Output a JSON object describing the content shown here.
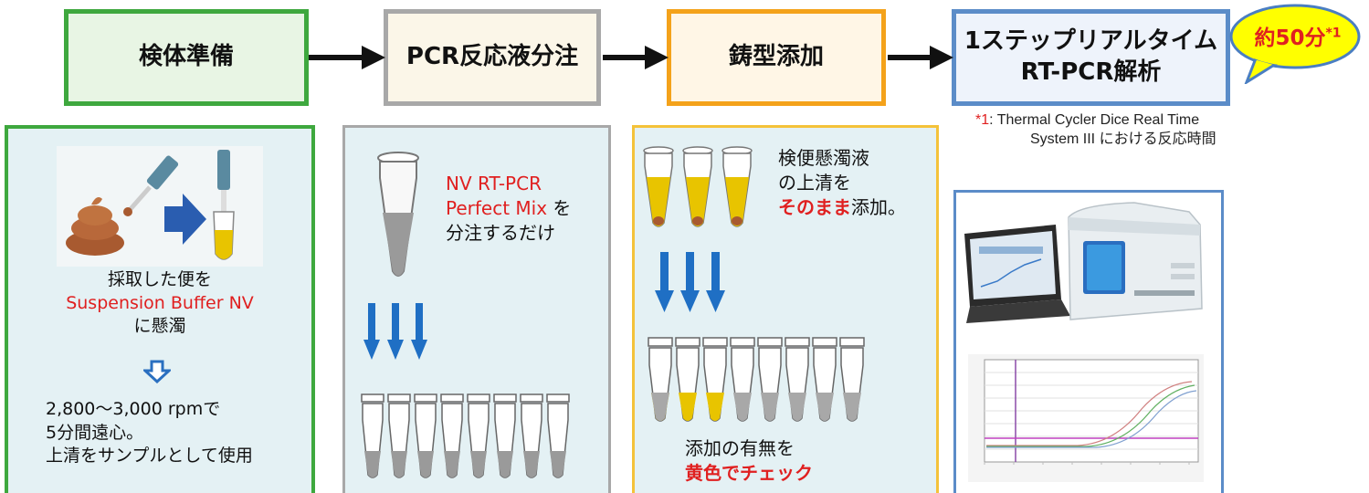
{
  "steps": [
    {
      "label": "検体準備",
      "border": "#3ea83e",
      "fill": "#e8f5e4"
    },
    {
      "label": "PCR反応液分注",
      "border": "#a8a8a8",
      "fill": "#fbf6e8"
    },
    {
      "label": "鋳型添加",
      "border": "#f4a21a",
      "fill": "#fff6e6"
    },
    {
      "label_line1": "1ステップリアルタイム",
      "label_line2": "RT-PCR解析",
      "border": "#5b8cc8",
      "fill": "#eef3fb"
    }
  ],
  "badge": {
    "text": "約50分",
    "sup": "*1",
    "fill": "#ffff00",
    "text_color": "#e02020"
  },
  "footnote": {
    "mark": "*1",
    "line1": ": Thermal Cycler Dice Real Time",
    "line2": "System III における反応時間"
  },
  "panel1": {
    "caption_line1": "採取した便を",
    "caption_line2_red": "Suspension Buffer NV",
    "caption_line3": "に懸濁",
    "steps_line1": "2,800～3,000 rpmで",
    "steps_line2": "5分間遠心。",
    "steps_line3": "上清をサンプルとして使用"
  },
  "panel2": {
    "reagent_line1_red": "NV RT-PCR",
    "reagent_line2_red": "Perfect Mix",
    "reagent_line2_suffix": " を",
    "reagent_line3": "分注するだけ"
  },
  "panel3": {
    "line1": "検便懸濁液",
    "line2": "の上清を",
    "line3_red": "そのまま",
    "line3_suffix": "添加。",
    "check_line1": "添加の有無を",
    "check_line2_red": "黄色でチェック"
  },
  "colors": {
    "accent_red": "#e02020",
    "arrow_blue": "#1f6fc4",
    "panel_bg": "#e4f1f4"
  }
}
